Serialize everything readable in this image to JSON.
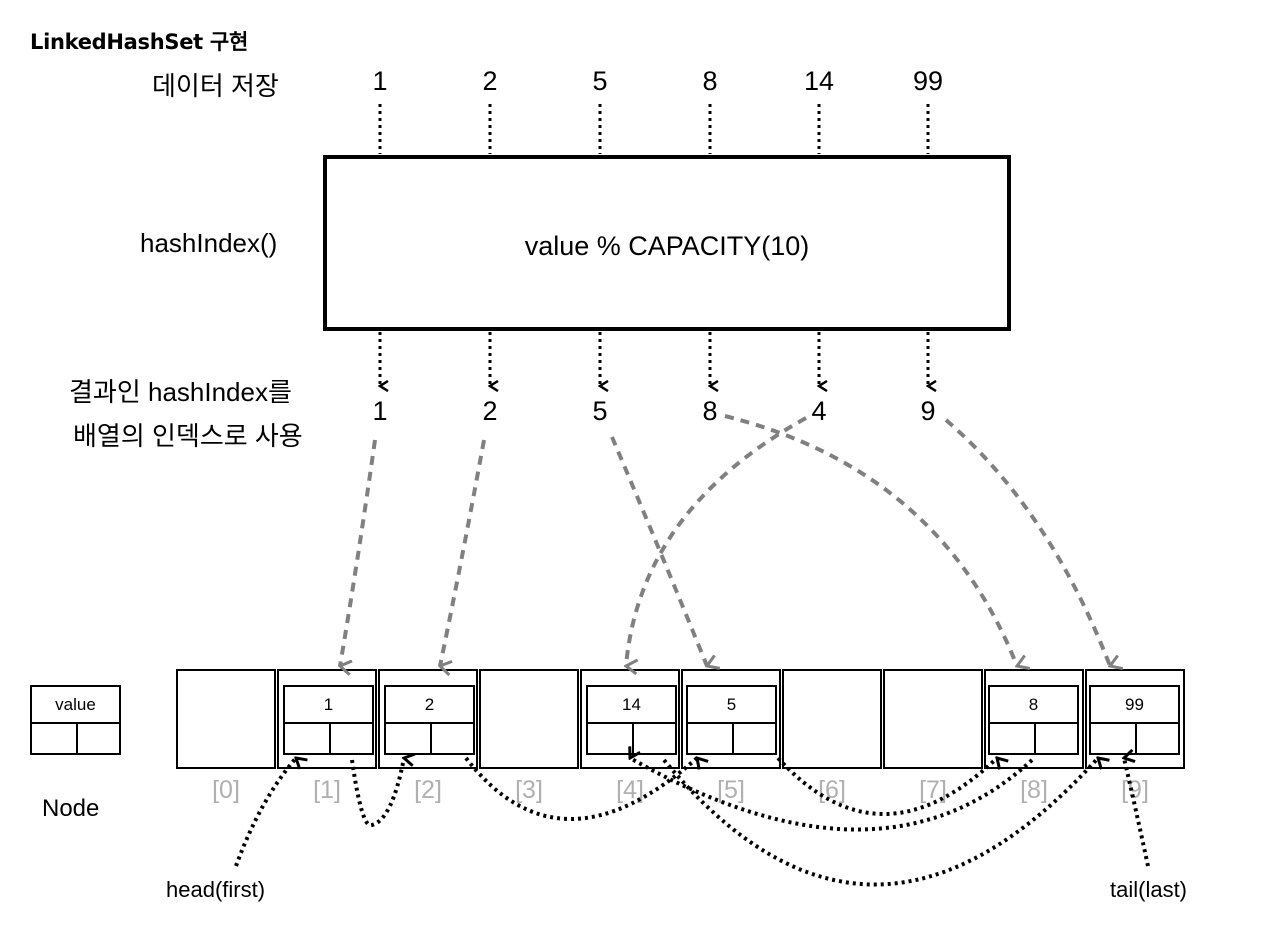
{
  "title": "LinkedHashSet 구현",
  "labels": {
    "data_store": "데이터 저장",
    "hash_function": "hashIndex()",
    "result_line1": "결과인 hashIndex를",
    "result_line2": "배열의 인덱스로 사용",
    "node_legend_value": "value",
    "node_caption": "Node",
    "head": "head(first)",
    "tail": "tail(last)"
  },
  "hash_formula": "value % CAPACITY(10)",
  "capacity": 10,
  "input_values": [
    "1",
    "2",
    "5",
    "8",
    "14",
    "99"
  ],
  "hash_indices": [
    "1",
    "2",
    "5",
    "8",
    "4",
    "9"
  ],
  "array_indices": [
    "[0]",
    "[1]",
    "[2]",
    "[3]",
    "[4]",
    "[5]",
    "[6]",
    "[7]",
    "[8]",
    "[9]"
  ],
  "buckets": [
    {
      "index": 0,
      "value": null
    },
    {
      "index": 1,
      "value": "1"
    },
    {
      "index": 2,
      "value": "2"
    },
    {
      "index": 3,
      "value": null
    },
    {
      "index": 4,
      "value": "14"
    },
    {
      "index": 5,
      "value": "5"
    },
    {
      "index": 6,
      "value": null
    },
    {
      "index": 7,
      "value": null
    },
    {
      "index": 8,
      "value": "8"
    },
    {
      "index": 9,
      "value": "99"
    }
  ],
  "insertion_order": [
    "1",
    "2",
    "5",
    "8",
    "14",
    "99"
  ],
  "colors": {
    "ink": "#000000",
    "mapping_arrow": "#808080",
    "index_label": "#b0b0b0",
    "background": "#ffffff"
  }
}
